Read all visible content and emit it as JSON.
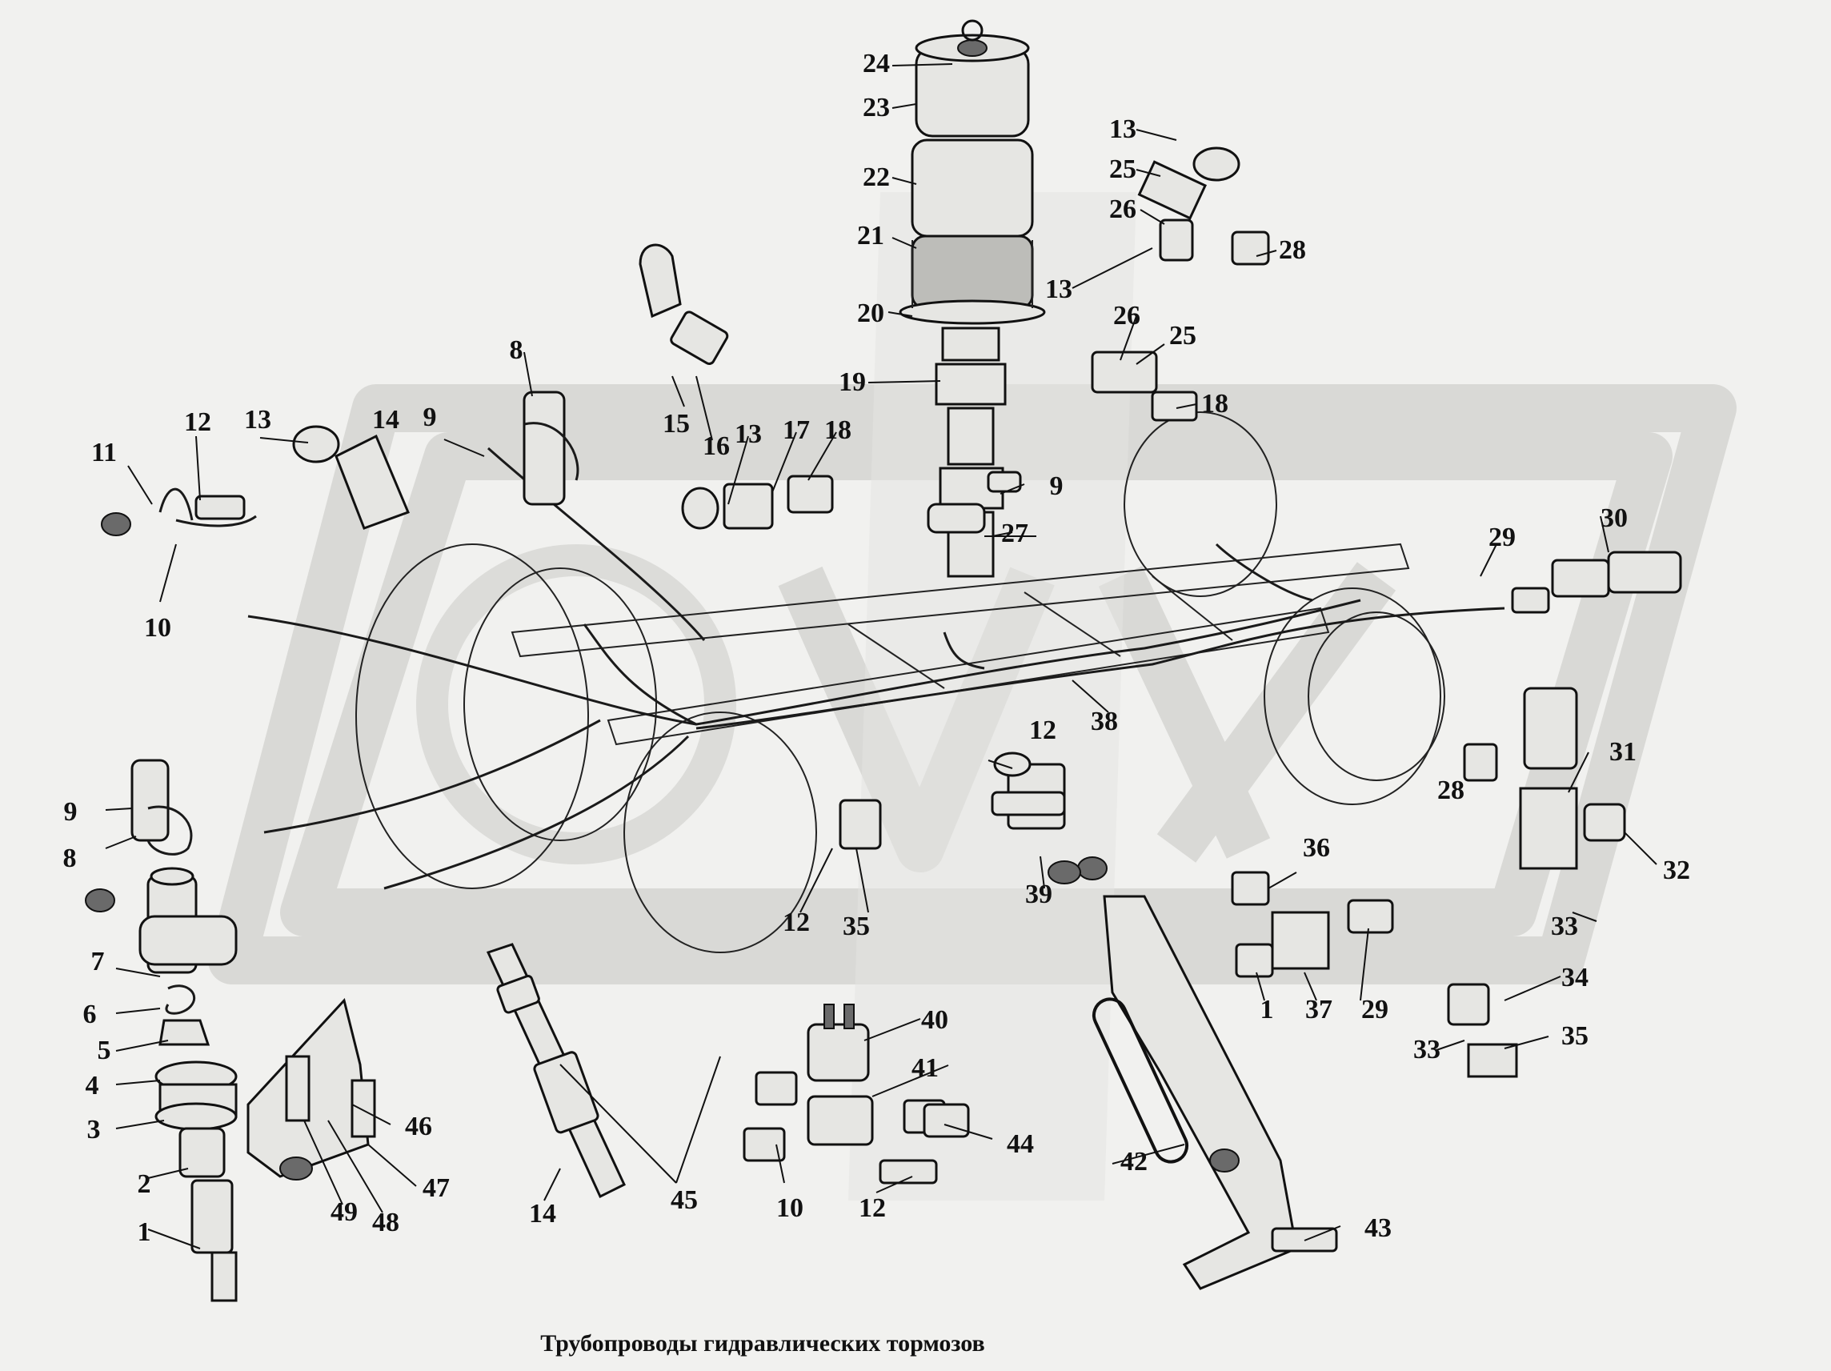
{
  "caption": "Трубопроводы гидравлических тормозов",
  "callouts": [
    {
      "id": "c24a",
      "text": "24"
    },
    {
      "id": "c23a",
      "text": "23"
    },
    {
      "id": "c22a",
      "text": "22"
    },
    {
      "id": "c21a",
      "text": "21"
    },
    {
      "id": "c20a",
      "text": "20"
    },
    {
      "id": "c19a",
      "text": "19"
    },
    {
      "id": "c13a",
      "text": "13"
    },
    {
      "id": "c25a",
      "text": "25"
    },
    {
      "id": "c26a",
      "text": "26"
    },
    {
      "id": "c28a",
      "text": "28"
    },
    {
      "id": "c13b",
      "text": "13"
    },
    {
      "id": "c26b",
      "text": "26"
    },
    {
      "id": "c25b",
      "text": "25"
    },
    {
      "id": "c18a",
      "text": "18"
    },
    {
      "id": "c8a",
      "text": "8"
    },
    {
      "id": "c15a",
      "text": "15"
    },
    {
      "id": "c16a",
      "text": "16"
    },
    {
      "id": "c13c",
      "text": "13"
    },
    {
      "id": "c17a",
      "text": "17"
    },
    {
      "id": "c18b",
      "text": "18"
    },
    {
      "id": "c9a",
      "text": "9"
    },
    {
      "id": "c27a",
      "text": "27"
    },
    {
      "id": "c12a",
      "text": "12"
    },
    {
      "id": "c13d",
      "text": "13"
    },
    {
      "id": "c14a",
      "text": "14"
    },
    {
      "id": "c9b",
      "text": "9"
    },
    {
      "id": "c11a",
      "text": "11"
    },
    {
      "id": "c10a",
      "text": "10"
    },
    {
      "id": "c29a",
      "text": "29"
    },
    {
      "id": "c30a",
      "text": "30"
    },
    {
      "id": "c38a",
      "text": "38"
    },
    {
      "id": "c12b",
      "text": "12"
    },
    {
      "id": "c28b",
      "text": "28"
    },
    {
      "id": "c31a",
      "text": "31"
    },
    {
      "id": "c32a",
      "text": "32"
    },
    {
      "id": "c9c",
      "text": "9"
    },
    {
      "id": "c8b",
      "text": "8"
    },
    {
      "id": "c36a",
      "text": "36"
    },
    {
      "id": "c39a",
      "text": "39"
    },
    {
      "id": "c12c",
      "text": "12"
    },
    {
      "id": "c35a",
      "text": "35"
    },
    {
      "id": "c33a",
      "text": "33"
    },
    {
      "id": "c7a",
      "text": "7"
    },
    {
      "id": "c1a",
      "text": "1"
    },
    {
      "id": "c37a",
      "text": "37"
    },
    {
      "id": "c29b",
      "text": "29"
    },
    {
      "id": "c34a",
      "text": "34"
    },
    {
      "id": "c6a",
      "text": "6"
    },
    {
      "id": "c5a",
      "text": "5"
    },
    {
      "id": "c40a",
      "text": "40"
    },
    {
      "id": "c33b",
      "text": "33"
    },
    {
      "id": "c35b",
      "text": "35"
    },
    {
      "id": "c41a",
      "text": "41"
    },
    {
      "id": "c4a",
      "text": "4"
    },
    {
      "id": "c46a",
      "text": "46"
    },
    {
      "id": "c3a",
      "text": "3"
    },
    {
      "id": "c44a",
      "text": "44"
    },
    {
      "id": "c42a",
      "text": "42"
    },
    {
      "id": "c47a",
      "text": "47"
    },
    {
      "id": "c2a",
      "text": "2"
    },
    {
      "id": "c45a",
      "text": "45"
    },
    {
      "id": "c10b",
      "text": "10"
    },
    {
      "id": "c12d",
      "text": "12"
    },
    {
      "id": "c49a",
      "text": "49"
    },
    {
      "id": "c48a",
      "text": "48"
    },
    {
      "id": "c43a",
      "text": "43"
    },
    {
      "id": "c14b",
      "text": "14"
    },
    {
      "id": "c1b",
      "text": "1"
    }
  ]
}
